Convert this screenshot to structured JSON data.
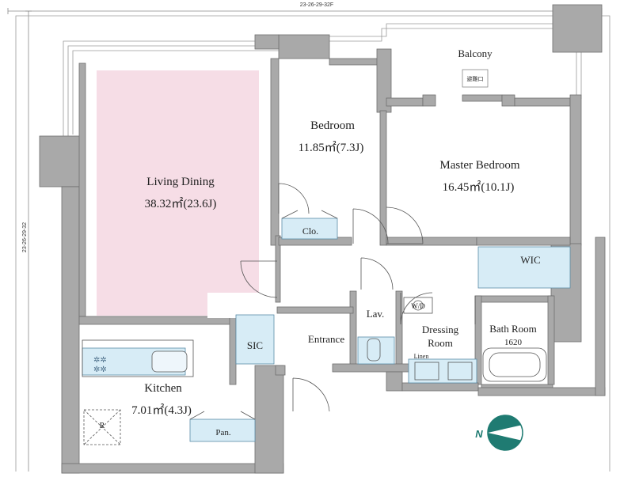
{
  "plan": {
    "dimension_top": "23-26-29-32F",
    "dimension_left": "23-26-29-32",
    "colors": {
      "wall": "#a9a9a9",
      "living_fill": "#f6dde6",
      "storage_fill": "#d7ecf6",
      "line": "#555555",
      "compass": "#1f7b72"
    },
    "rooms": {
      "living_name": "Living Dining",
      "living_area": "38.32㎡(23.6J)",
      "bedroom_name": "Bedroom",
      "bedroom_area": "11.85㎡(7.3J)",
      "master_name": "Master Bedroom",
      "master_area": "16.45㎡(10.1J)",
      "balcony_name": "Balcony",
      "balcony_note": "避難口",
      "closet": "Clo.",
      "wic": "WIC",
      "sic": "SIC",
      "entrance": "Entrance",
      "lav": "Lav.",
      "wd": "W/D",
      "dressing_line1": "Dressing",
      "dressing_line2": "Room",
      "linen": "Linen",
      "bath_name": "Bath Room",
      "bath_size": "1620",
      "kitchen_name": "Kitchen",
      "kitchen_area": "7.01㎡(4.3J)",
      "pantry": "Pan.",
      "fridge": "R"
    },
    "compass_label": "N"
  }
}
